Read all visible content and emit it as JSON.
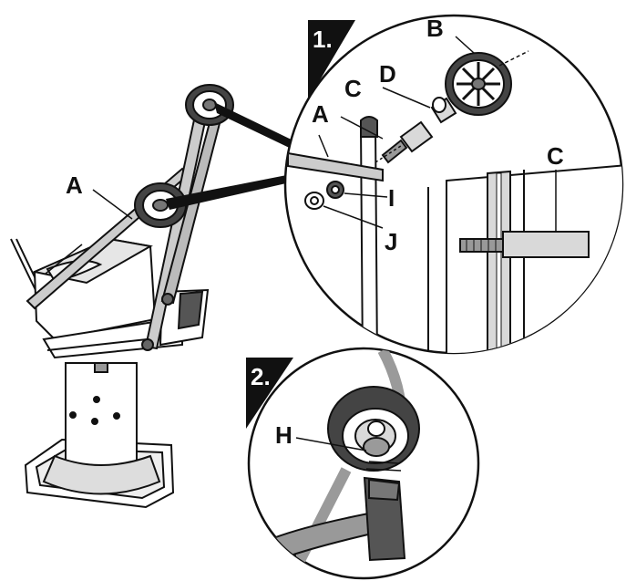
{
  "steps": {
    "step1": "1.",
    "step2": "2."
  },
  "labels": {
    "A_main": "A",
    "A_detail": "A",
    "B": "B",
    "C_small": "C",
    "C_big": "C",
    "D": "D",
    "I": "I",
    "J": "J",
    "H": "H"
  },
  "colors": {
    "ink": "#111111",
    "light_gray": "#d9d9d9",
    "mid_gray": "#9a9a9a",
    "dark_gray": "#555555",
    "white": "#ffffff"
  }
}
